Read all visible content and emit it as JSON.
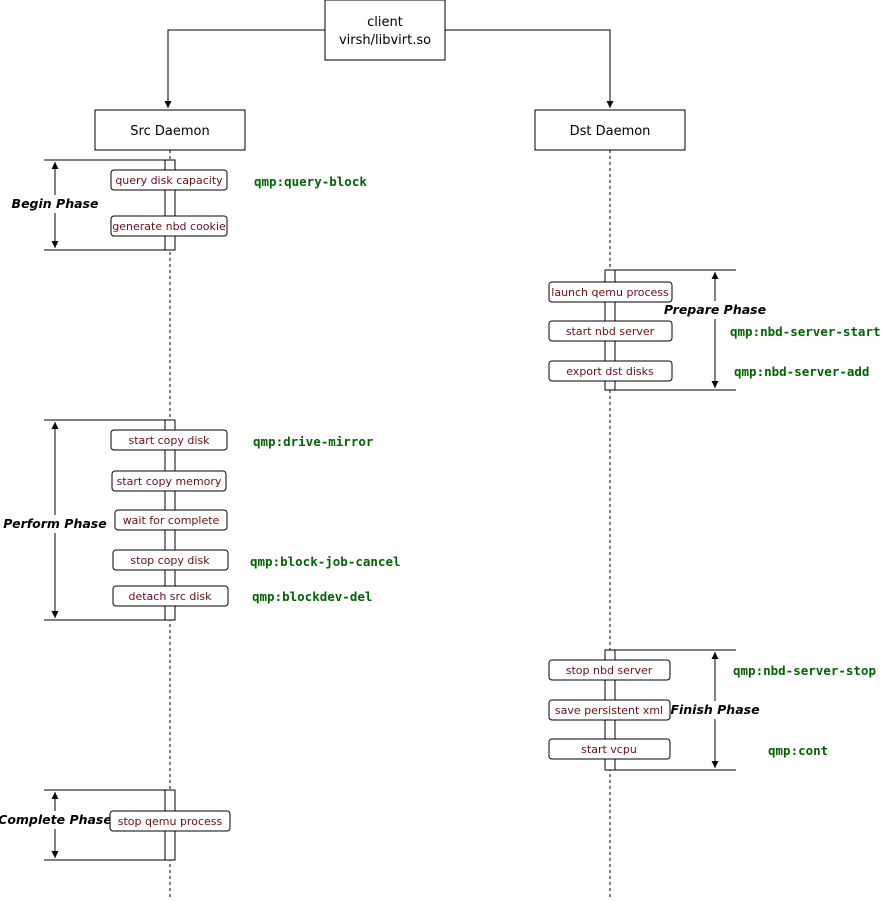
{
  "client": {
    "line1": "client",
    "line2": "virsh/libvirt.so"
  },
  "src": {
    "title": "Src Daemon"
  },
  "dst": {
    "title": "Dst Daemon"
  },
  "phases": {
    "begin": "Begin Phase",
    "prepare": "Prepare Phase",
    "perform": "Perform Phase",
    "finish": "Finish Phase",
    "complete": "Complete Phase"
  },
  "steps": {
    "query_disk_capacity": "query disk capacity",
    "generate_nbd_cookie": "generate nbd cookie",
    "launch_qemu_process": "launch qemu process",
    "start_nbd_server": "start nbd server",
    "export_dst_disks": "export dst disks",
    "start_copy_disk": "start copy disk",
    "start_copy_memory": "start copy memory",
    "wait_for_complete": "wait for complete",
    "stop_copy_disk": "stop copy disk",
    "detach_src_disk": "detach src disk",
    "stop_nbd_server": "stop nbd server",
    "save_persistent_xml": "save persistent xml",
    "start_vcpu": "start vcpu",
    "stop_qemu_process": "stop qemu process"
  },
  "qmp": {
    "query_block": "qmp:query-block",
    "nbd_server_start": "qmp:nbd-server-start",
    "nbd_server_add": "qmp:nbd-server-add",
    "drive_mirror": "qmp:drive-mirror",
    "block_job_cancel": "qmp:block-job-cancel",
    "blockdev_del": "qmp:blockdev-del",
    "nbd_server_stop": "qmp:nbd-server-stop",
    "cont": "qmp:cont"
  },
  "colors": {
    "step_text": "#6b0f0f",
    "qmp_text": "#006400",
    "line": "#000000"
  }
}
